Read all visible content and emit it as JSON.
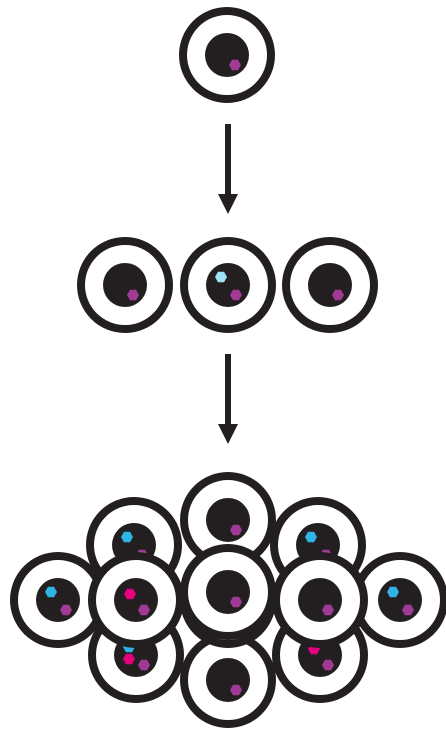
{
  "diagram": {
    "kind": "cell-lineage-expansion",
    "stages": [
      {
        "name": "single-cell",
        "cells": [
          {
            "marks": [
              "purple"
            ]
          }
        ]
      },
      {
        "name": "three-cells",
        "cells": [
          {
            "marks": [
              "purple"
            ]
          },
          {
            "marks": [
              "cyan",
              "purple"
            ]
          },
          {
            "marks": [
              "purple"
            ]
          }
        ]
      },
      {
        "name": "cell-cluster",
        "cells": [
          {
            "marks": [
              "cyan",
              "purple"
            ]
          },
          {
            "marks": [
              "cyan",
              "purple"
            ]
          },
          {
            "marks": [
              "purple"
            ]
          },
          {
            "marks": [
              "cyan",
              "purple"
            ]
          },
          {
            "marks": [
              "purple"
            ]
          },
          {
            "marks": [
              "magenta",
              "purple"
            ]
          },
          {
            "marks": [
              "purple"
            ]
          },
          {
            "marks": [
              "cyan",
              "purple"
            ]
          },
          {
            "marks": [
              "cyan",
              "magenta",
              "purple"
            ]
          },
          {
            "marks": [
              "magenta",
              "purple"
            ]
          },
          {
            "marks": [
              "purple"
            ]
          },
          {
            "marks": [
              "magenta",
              "purple"
            ]
          }
        ]
      }
    ],
    "colors": {
      "outline": "#231f20",
      "nucleus": "#231f20",
      "cytoplasm": "#ffffff",
      "purple": "#a03a95",
      "cyan": "#2fb4e6",
      "light_cyan": "#9fe1f6",
      "magenta": "#e5007e",
      "arrow": "#231f20"
    }
  }
}
